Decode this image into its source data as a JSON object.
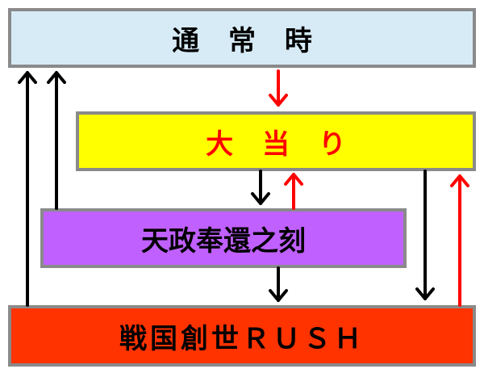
{
  "states": {
    "normal": {
      "label": "通 常 時",
      "color": "#d6ebf6",
      "text_color": "#000000"
    },
    "jackpot": {
      "label": "大 当 り",
      "color": "#ffff00",
      "text_color": "#ff0000"
    },
    "tensei": {
      "label": "天政奉還之刻",
      "color": "#c060ff",
      "text_color": "#000000"
    },
    "rush": {
      "label": "戦国創世ＲＵＳＨ",
      "color": "#ff3300",
      "text_color": "#000000"
    }
  },
  "transitions": [
    {
      "from": "normal",
      "to": "jackpot",
      "color": "#ff0000"
    },
    {
      "from": "jackpot",
      "to": "tensei",
      "color": "#000000"
    },
    {
      "from": "tensei",
      "to": "jackpot",
      "color": "#ff0000"
    },
    {
      "from": "jackpot",
      "to": "rush",
      "color": "#000000"
    },
    {
      "from": "rush",
      "to": "jackpot",
      "color": "#ff0000"
    },
    {
      "from": "tensei",
      "to": "rush",
      "color": "#000000"
    },
    {
      "from": "tensei",
      "to": "normal",
      "color": "#000000"
    },
    {
      "from": "rush",
      "to": "normal",
      "color": "#000000"
    }
  ]
}
